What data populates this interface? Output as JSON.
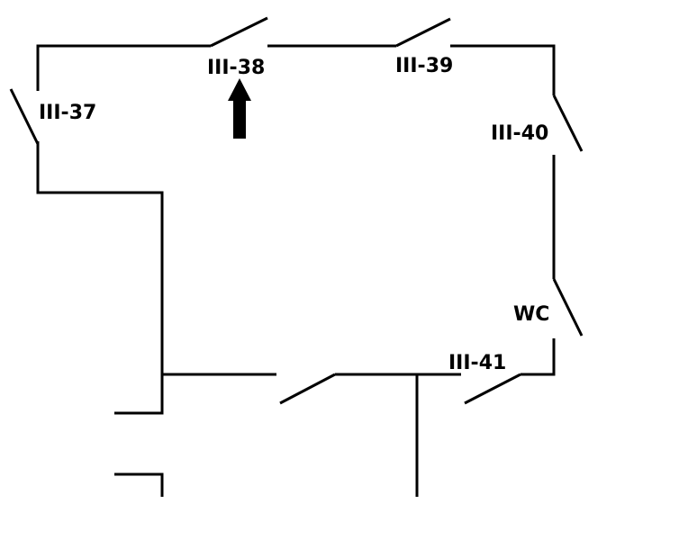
{
  "plan": {
    "rooms": [
      {
        "id": "r37",
        "label": "III-37"
      },
      {
        "id": "r38",
        "label": "III-38"
      },
      {
        "id": "r39",
        "label": "III-39"
      },
      {
        "id": "r40",
        "label": "III-40"
      },
      {
        "id": "wc",
        "label": "WC"
      },
      {
        "id": "r41",
        "label": "III-41"
      }
    ],
    "marker": {
      "icon": "up-arrow-icon",
      "direction": "up",
      "color": "#000000"
    },
    "colors": {
      "wall": "#000000",
      "background": "#ffffff"
    }
  }
}
